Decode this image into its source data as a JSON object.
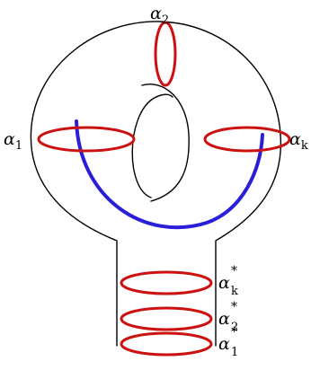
{
  "labels": {
    "alpha_2": {
      "base": "α",
      "sub": "2"
    },
    "alpha_1": {
      "base": "α",
      "sub": "1"
    },
    "alpha_k": {
      "base": "α",
      "sub": "k"
    },
    "alpha_k_star": {
      "base": "α",
      "sup": "*",
      "sub": "k"
    },
    "alpha_2_star": {
      "base": "α",
      "sup": "*",
      "sub": "2"
    },
    "alpha_1_star": {
      "base": "α",
      "sup": "*",
      "sub": "1"
    }
  },
  "colors": {
    "outline": "#000000",
    "red_curves": "#cc1111",
    "blue_arc": "#2a1fd9"
  }
}
